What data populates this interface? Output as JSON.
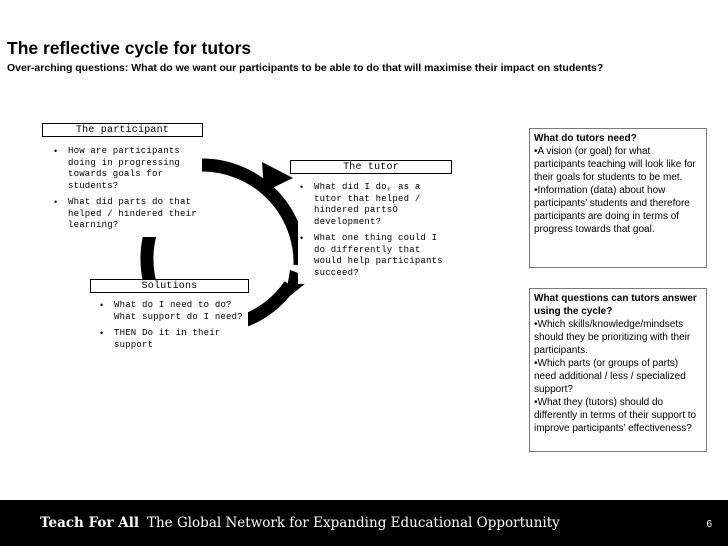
{
  "title": "The reflective cycle for tutors",
  "subtitle": "Over-arching questions: What do we want our participants to be able to do that will maximise their impact on students?",
  "participant": {
    "heading": "The participant",
    "bullets": [
      "How are participants doing in progressing towards goals for students?",
      "What did parts do that helped / hindered their learning?"
    ]
  },
  "tutor": {
    "heading": "The tutor",
    "bullets": [
      "What did I do, as a tutor that helped / hindered partsÒ development?",
      "What one thing could I do differently that would help participants succeed?"
    ]
  },
  "solutions": {
    "heading": "Solutions",
    "bullets": [
      "What do I need to do? What support do I need?",
      "THEN Do it in their support"
    ]
  },
  "needs_box": {
    "heading": "What do tutors need?",
    "items": [
      "•A vision (or goal) for what participants teaching will look like for their goals for students to be met.",
      "•Information (data) about how participants’ students and therefore participants are doing in terms of progress towards that goal."
    ]
  },
  "questions_box": {
    "heading": "What questions can tutors answer using the cycle?",
    "items": [
      "•Which skills/knowledge/mindsets should they be prioritizing with their participants.",
      "•Which parts (or groups of parts) need additional / less / specialized support?",
      "•What they (tutors) should do differently in terms of their support to improve participants’ effectiveness?"
    ]
  },
  "footer": {
    "brand": "Teach For All",
    "tagline": "The Global Network for Expanding Educational Opportunity",
    "page_number": "6"
  },
  "colors": {
    "footer_bg": "#000000",
    "cycle_stroke": "#000000",
    "box_border": "#7a7a7a"
  }
}
